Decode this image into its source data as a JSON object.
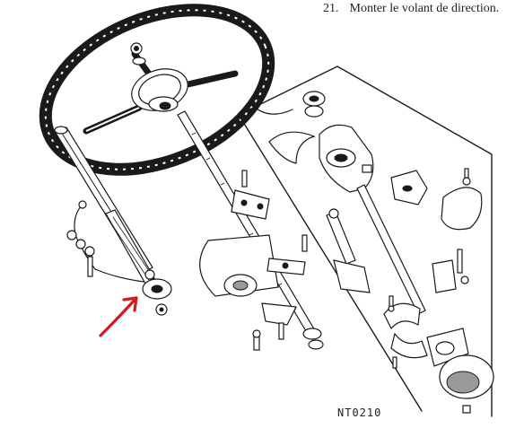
{
  "caption": {
    "number": "21.",
    "text": "Monter le volant de direction."
  },
  "figure": {
    "reference": "NT0210",
    "annotation_color": "#d4181f"
  }
}
